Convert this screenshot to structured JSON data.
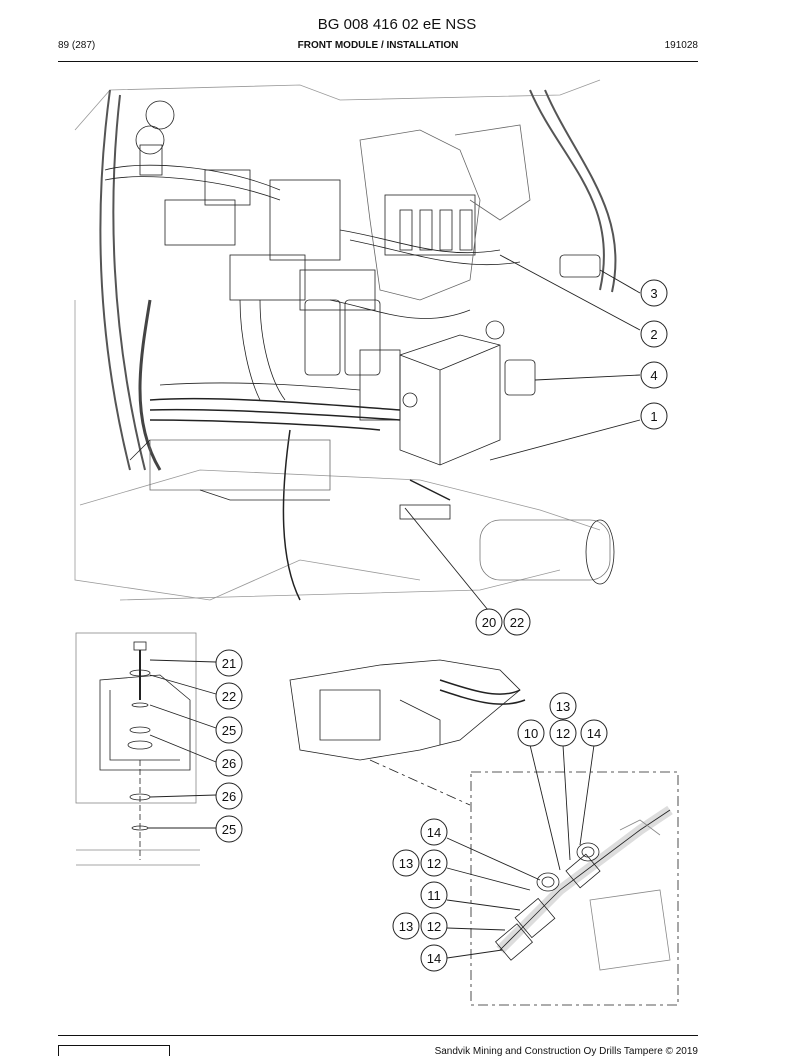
{
  "header": {
    "document_number": "BG 008 416 02 eE NSS",
    "page": "89 (287)",
    "title": "FRONT MODULE / INSTALLATION",
    "date": "191028"
  },
  "footer": {
    "copyright": "Sandvik Mining and Construction Oy Drills Tampere © 2019"
  },
  "callouts": {
    "c3": "3",
    "c2": "2",
    "c4": "4",
    "c1": "1",
    "c20": "20",
    "c22a": "22",
    "c21": "21",
    "c22b": "22",
    "c25a": "25",
    "c26a": "26",
    "c26b": "26",
    "c25b": "25",
    "c13a": "13",
    "c10": "10",
    "c12a": "12",
    "c14a": "14",
    "c14b": "14",
    "c13b": "13",
    "c12b": "12",
    "c11": "11",
    "c13c": "13",
    "c12c": "12",
    "c14c": "14"
  }
}
